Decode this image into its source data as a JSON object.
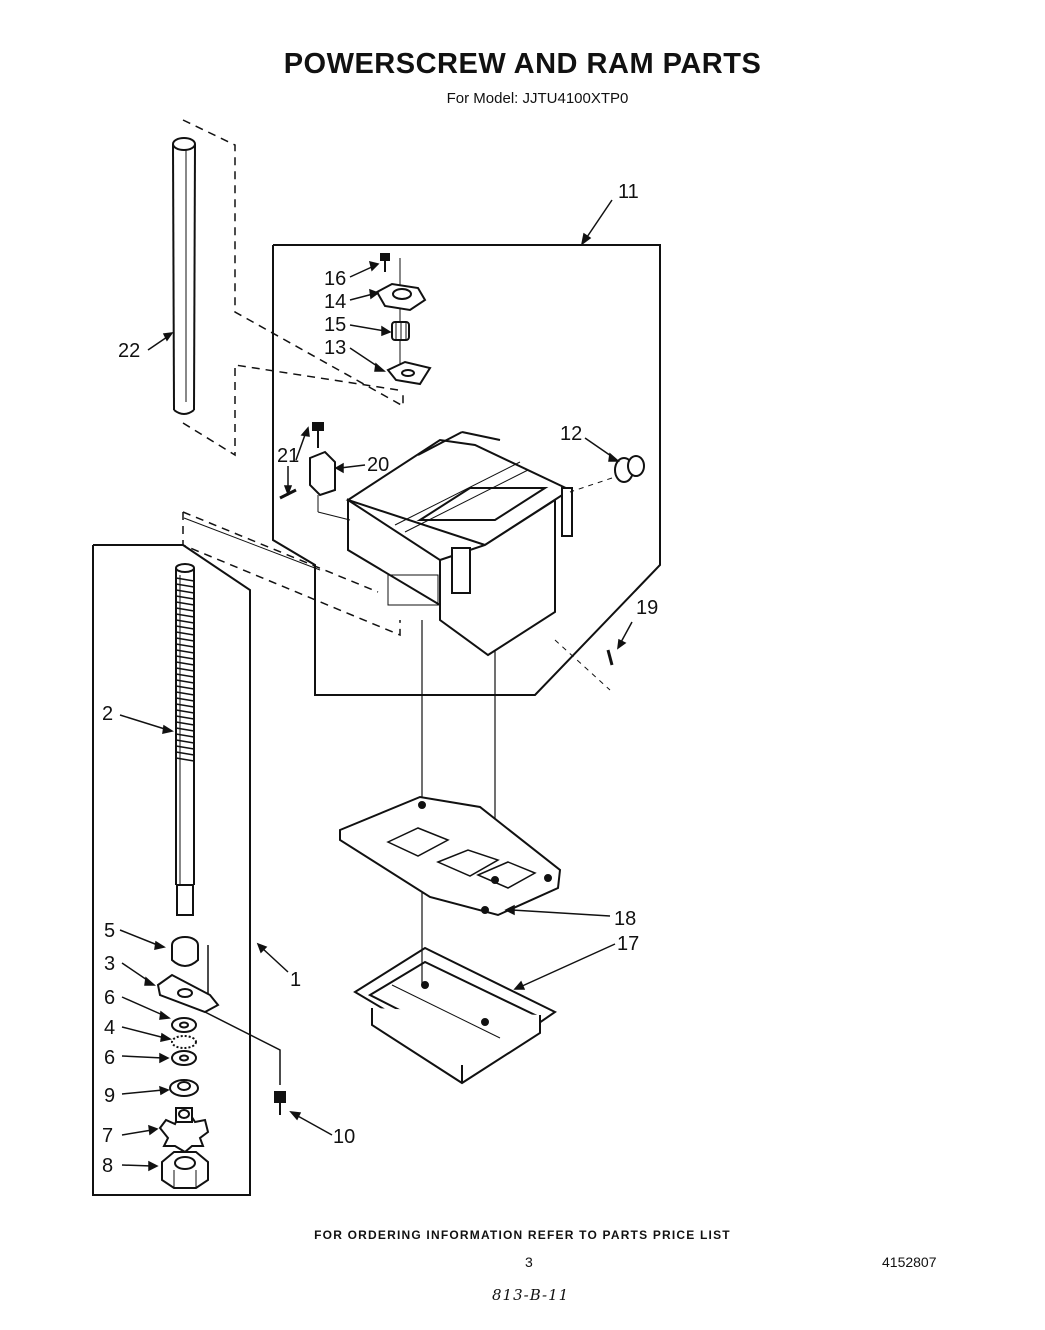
{
  "title": "POWERSCREW AND RAM PARTS",
  "subtitle": "For Model: JJTU4100XTP0",
  "callouts": [
    "22",
    "11",
    "16",
    "14",
    "15",
    "13",
    "12",
    "21",
    "20",
    "19",
    "2",
    "5",
    "3",
    "6",
    "4",
    "6",
    "9",
    "7",
    "8",
    "1",
    "10",
    "18",
    "17"
  ],
  "footer": {
    "ordering": "FOR ORDERING INFORMATION REFER TO PARTS PRICE LIST",
    "page": "3",
    "doc_number": "4152807",
    "handwritten_note": "813-B-11"
  }
}
